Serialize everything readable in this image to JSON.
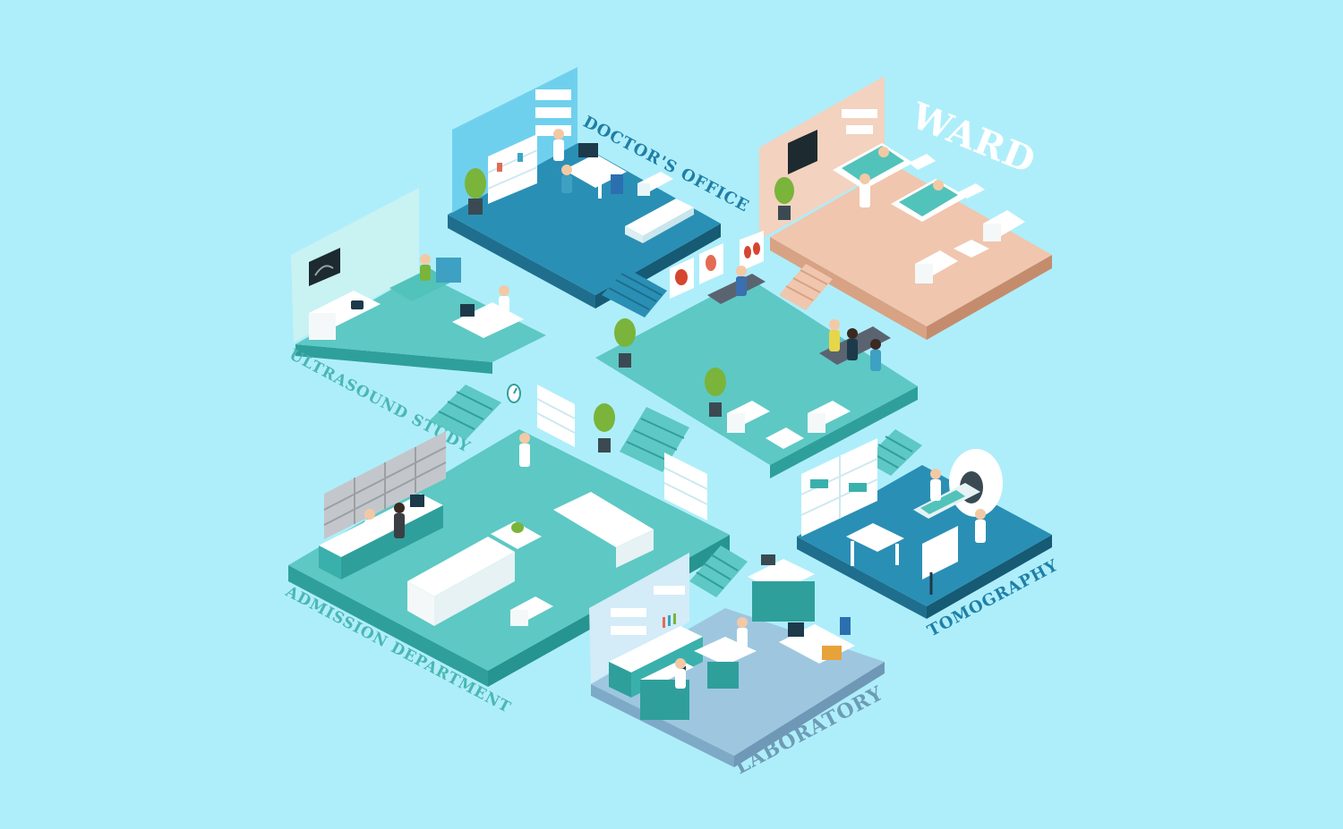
{
  "colors": {
    "background": "#aeeefa",
    "floor_teal": "#5ec8c4",
    "floor_teal_side": "#2f9f9c",
    "floor_blue": "#2a8fb5",
    "floor_blue_side": "#1f6e8e",
    "floor_peach": "#f0c6ae",
    "floor_peach_side": "#d8a284",
    "floor_lab": "#9ec7df",
    "floor_lab_side": "#7ea9c7",
    "furniture_white": "#ffffff",
    "label_teal": "#4bb7b1",
    "label_blue": "#1f7fa6",
    "label_slate": "#6e9bb6"
  },
  "rooms": {
    "doctors_office": {
      "label": "DOCTOR'S OFFICE",
      "icon": "doctor-office-icon"
    },
    "ward": {
      "label": "WARD",
      "icon": "hospital-bed-icon"
    },
    "ultrasound_study": {
      "label": "ULTRASOUND STUDY",
      "icon": "ultrasound-monitor-icon"
    },
    "admission_department": {
      "label": "ADMISSION DEPARTMENT",
      "icon": "reception-desk-icon"
    },
    "tomography": {
      "label": "TOMOGRAPHY",
      "icon": "ct-scanner-icon"
    },
    "laboratory": {
      "label": "LABORATORY",
      "icon": "microscope-icon"
    },
    "waiting_hall": {
      "icon": "waiting-chairs-icon"
    }
  },
  "decor": {
    "anatomy_posters": [
      "heart-poster-icon",
      "stomach-poster-icon",
      "kidneys-poster-icon"
    ],
    "clock": "clock-icon",
    "plants": "potted-plant-icon"
  }
}
